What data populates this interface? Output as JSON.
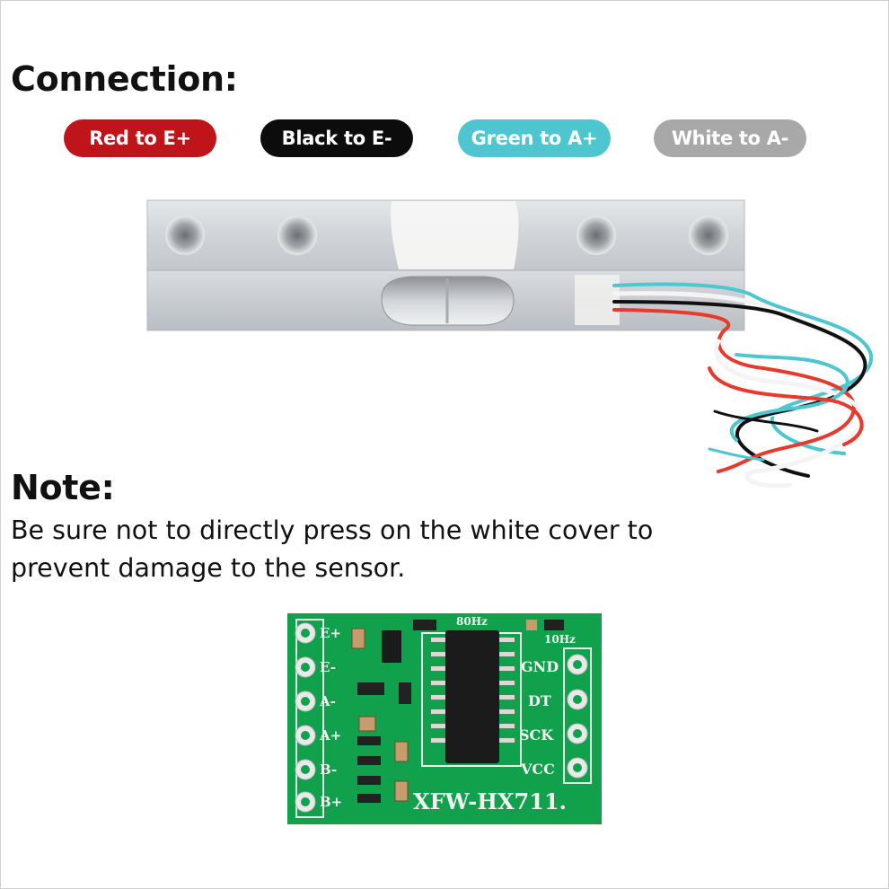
{
  "connection": {
    "title": "Connection:",
    "wires": [
      {
        "label": "Red to E+",
        "color": "#c0141b"
      },
      {
        "label": "Black to E-",
        "color": "#0c0c0c"
      },
      {
        "label": "Green to A+",
        "color": "#4ec6d0"
      },
      {
        "label": "White to A-",
        "color": "#a8a8a8"
      }
    ]
  },
  "note": {
    "title": "Note:",
    "lines": [
      "Be sure not to directly press on the white cover to",
      "prevent damage to the sensor."
    ]
  },
  "board": {
    "model": "XFW-HX711.",
    "left_pins": [
      "E+",
      "E-",
      "A-",
      "A+",
      "B-",
      "B+"
    ],
    "right_pins": [
      "GND",
      "DT",
      "SCK",
      "VCC"
    ],
    "rate_80": "80Hz",
    "rate_10": "10Hz",
    "board_color": "#11a04b"
  }
}
